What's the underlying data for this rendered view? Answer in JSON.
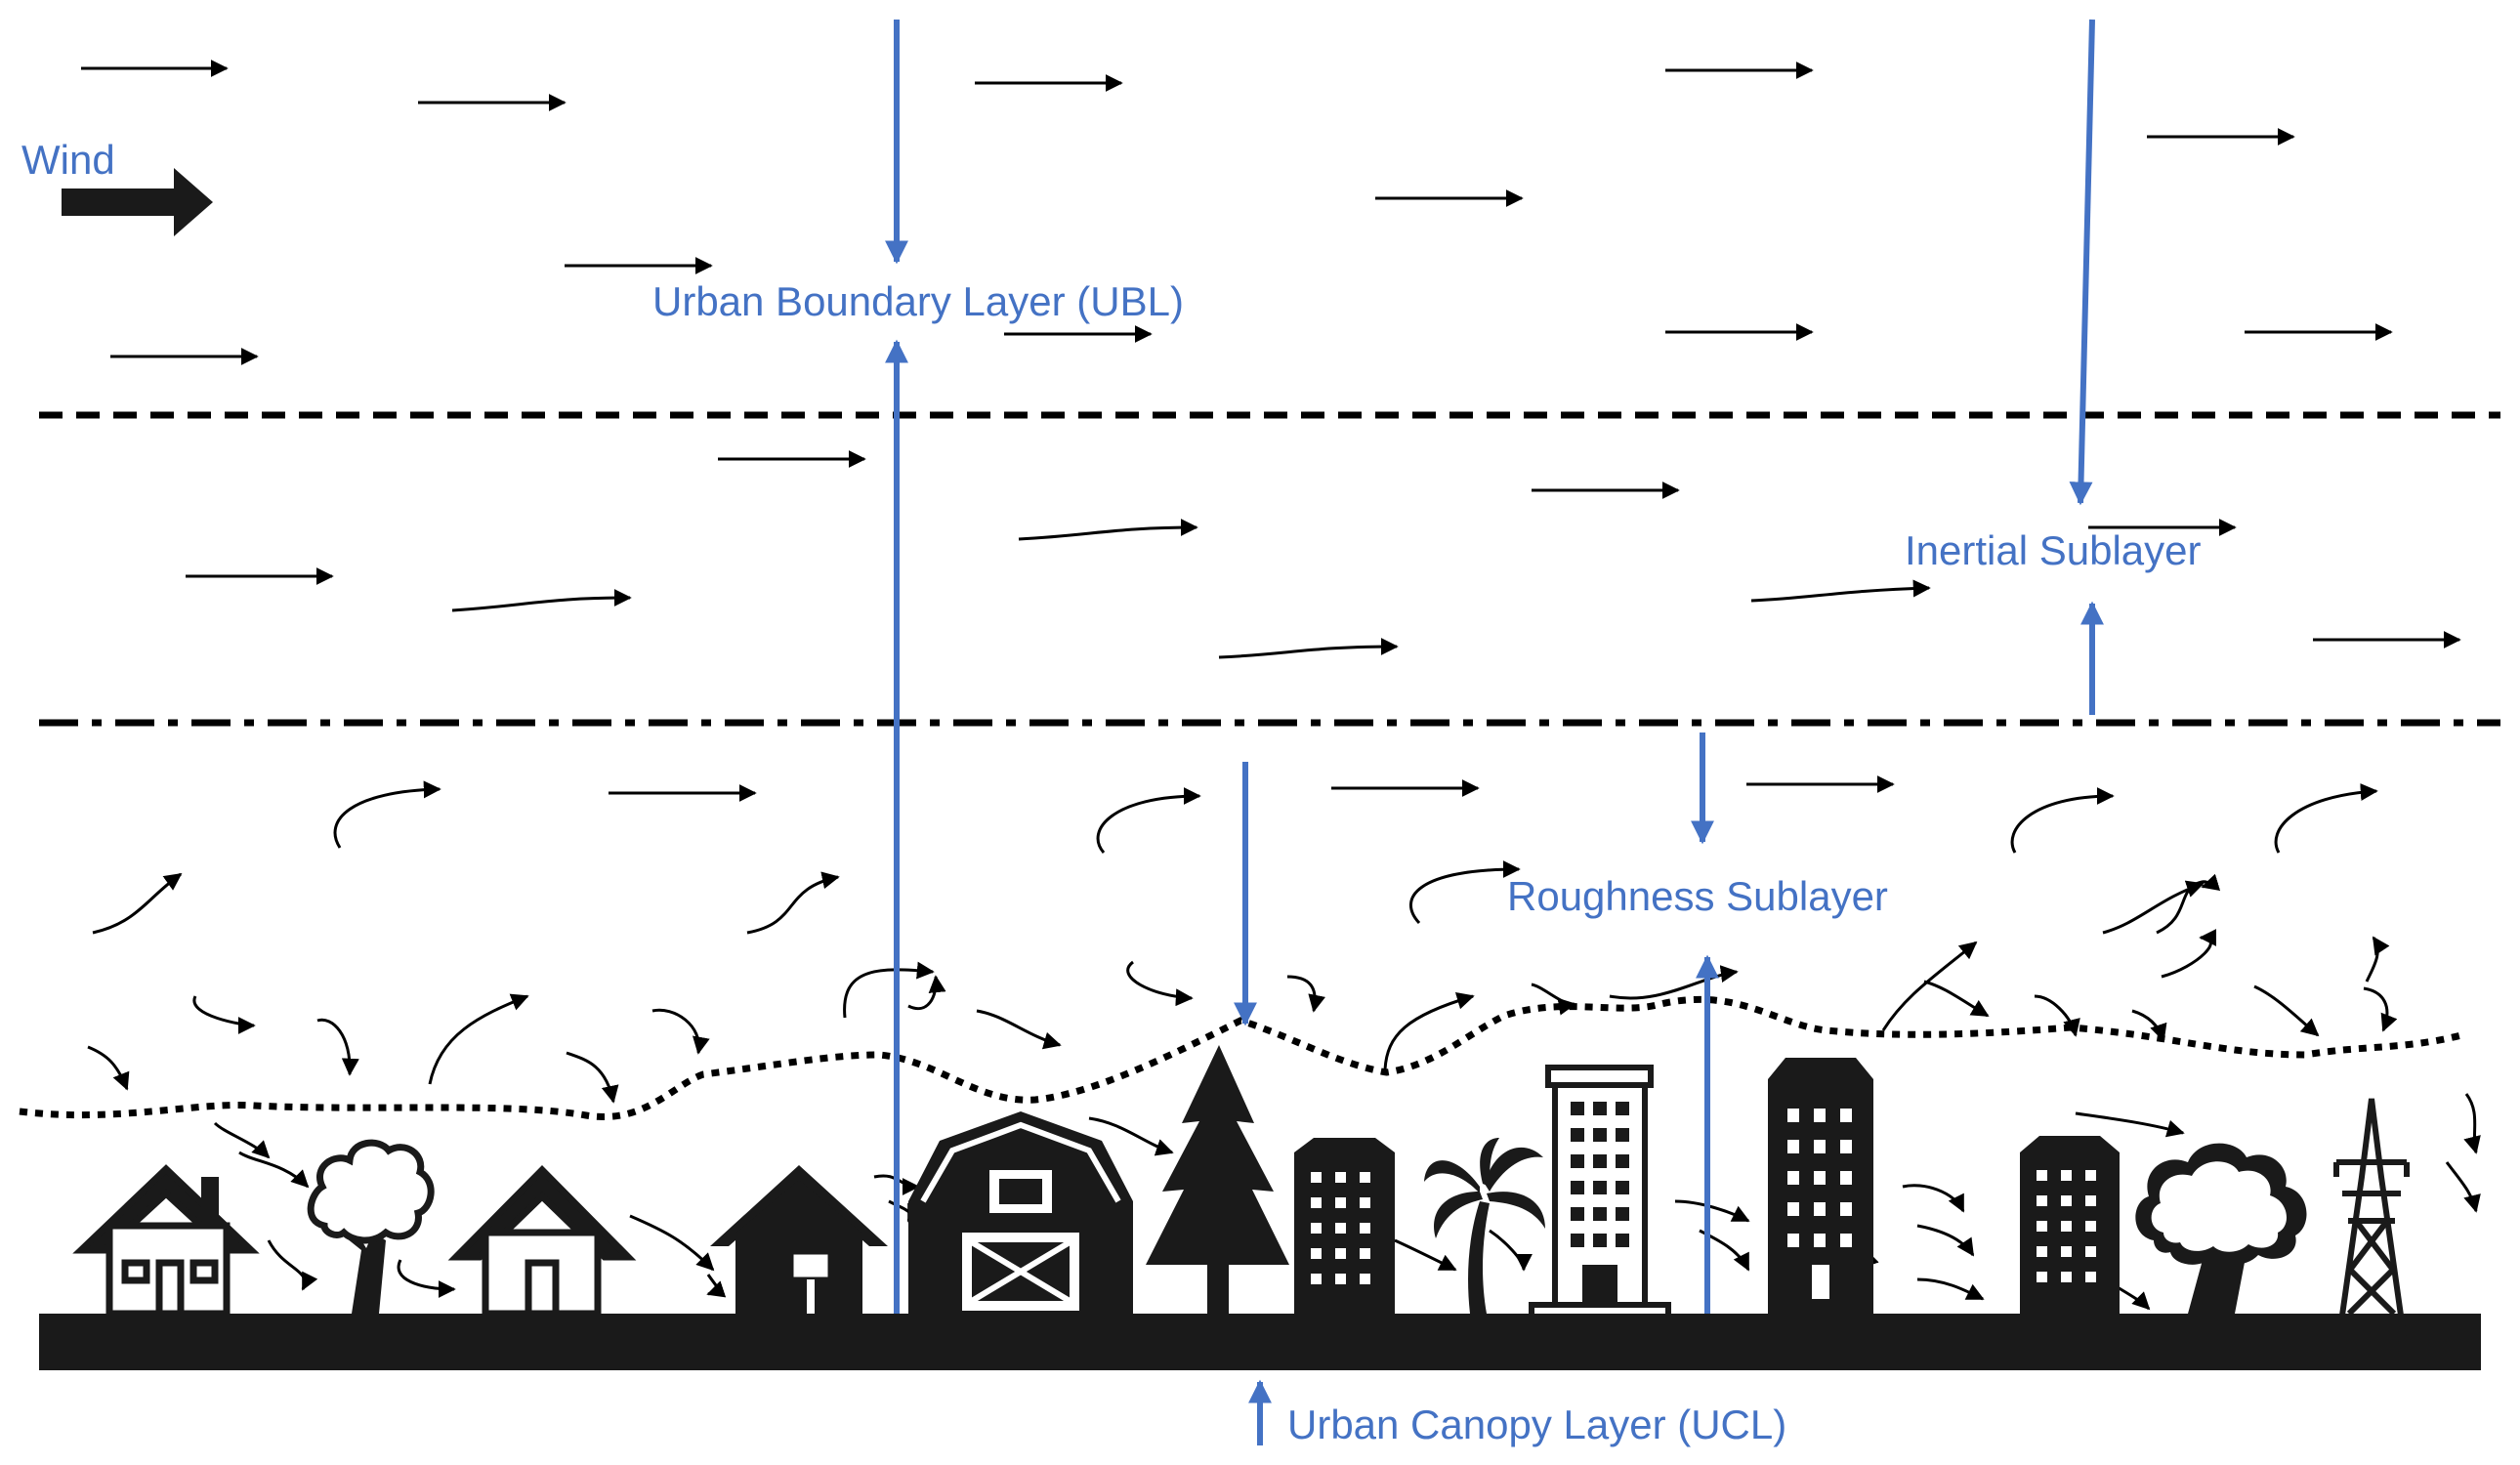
{
  "labels": {
    "wind": "Wind",
    "ubl": "Urban Boundary Layer (UBL)",
    "inertial": "Inertial Sublayer",
    "roughness": "Roughness Sublayer",
    "ucl": "Urban Canopy Layer (UCL)"
  },
  "colors": {
    "label": "#4472C4",
    "arrow": "#4472C4",
    "ink": "#000000",
    "ground": "#1a1a1a"
  },
  "icons": [
    "house-icon",
    "tree-icon",
    "house-icon",
    "house-with-sign-icon",
    "barn-icon",
    "pine-tree-icon",
    "building-icon",
    "palm-tree-icon",
    "tower-building-icon",
    "skyscraper-icon",
    "building-icon",
    "tree-icon",
    "power-pylon-icon"
  ]
}
